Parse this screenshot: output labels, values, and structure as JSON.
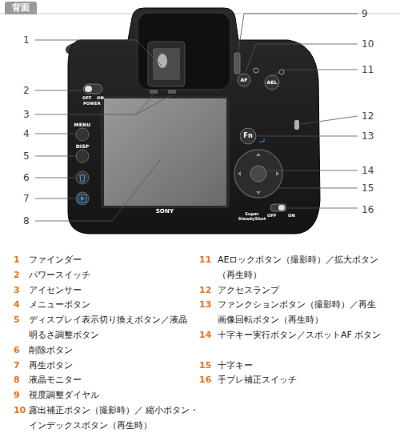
{
  "diagram": {
    "nodes": [
      {
        "text": [
          "背面"
        ]
      }
    ],
    "labels": [
      "1",
      "2",
      "3",
      "4",
      "5",
      "6",
      "7",
      "8",
      "9",
      "10",
      "11",
      "12",
      "13",
      "14",
      "15",
      "16",
      "1",
      "ファインダー",
      "2",
      "パワースイッチ",
      "3",
      "アイセンサー",
      "4",
      "メニューボタン",
      "5",
      "ディスプレイ表示切り換えボタン／液晶 明るさ調整ボタン",
      "6",
      "削除ボタン",
      "7",
      "再生ボタン",
      "8",
      "液晶モニター",
      "9",
      "視度調整ダイヤル",
      "10",
      "露出補正ボタン（撮影時）／ 縮小ボタン・インデックスボタン（再生時）",
      "11",
      "AEロックボタン（撮影時）／拡大ボタン （再生時）",
      "12",
      "アクセスランプ",
      "13",
      "ファンクションボタン（撮影時）／再生 画像回転ボタン（再生時）",
      "14",
      "十字キー実行ボタン／スポットAF ボタン",
      "15",
      "十字キー",
      "16",
      "手ブレ補正スイッチ",
      "OFF",
      "ON",
      "POWER",
      "MENU",
      "DISP",
      "SONY",
      "AEL",
      "Fn",
      "AF",
      "Super SteadyShot",
      "OFF",
      "ON"
    ]
  }
}
